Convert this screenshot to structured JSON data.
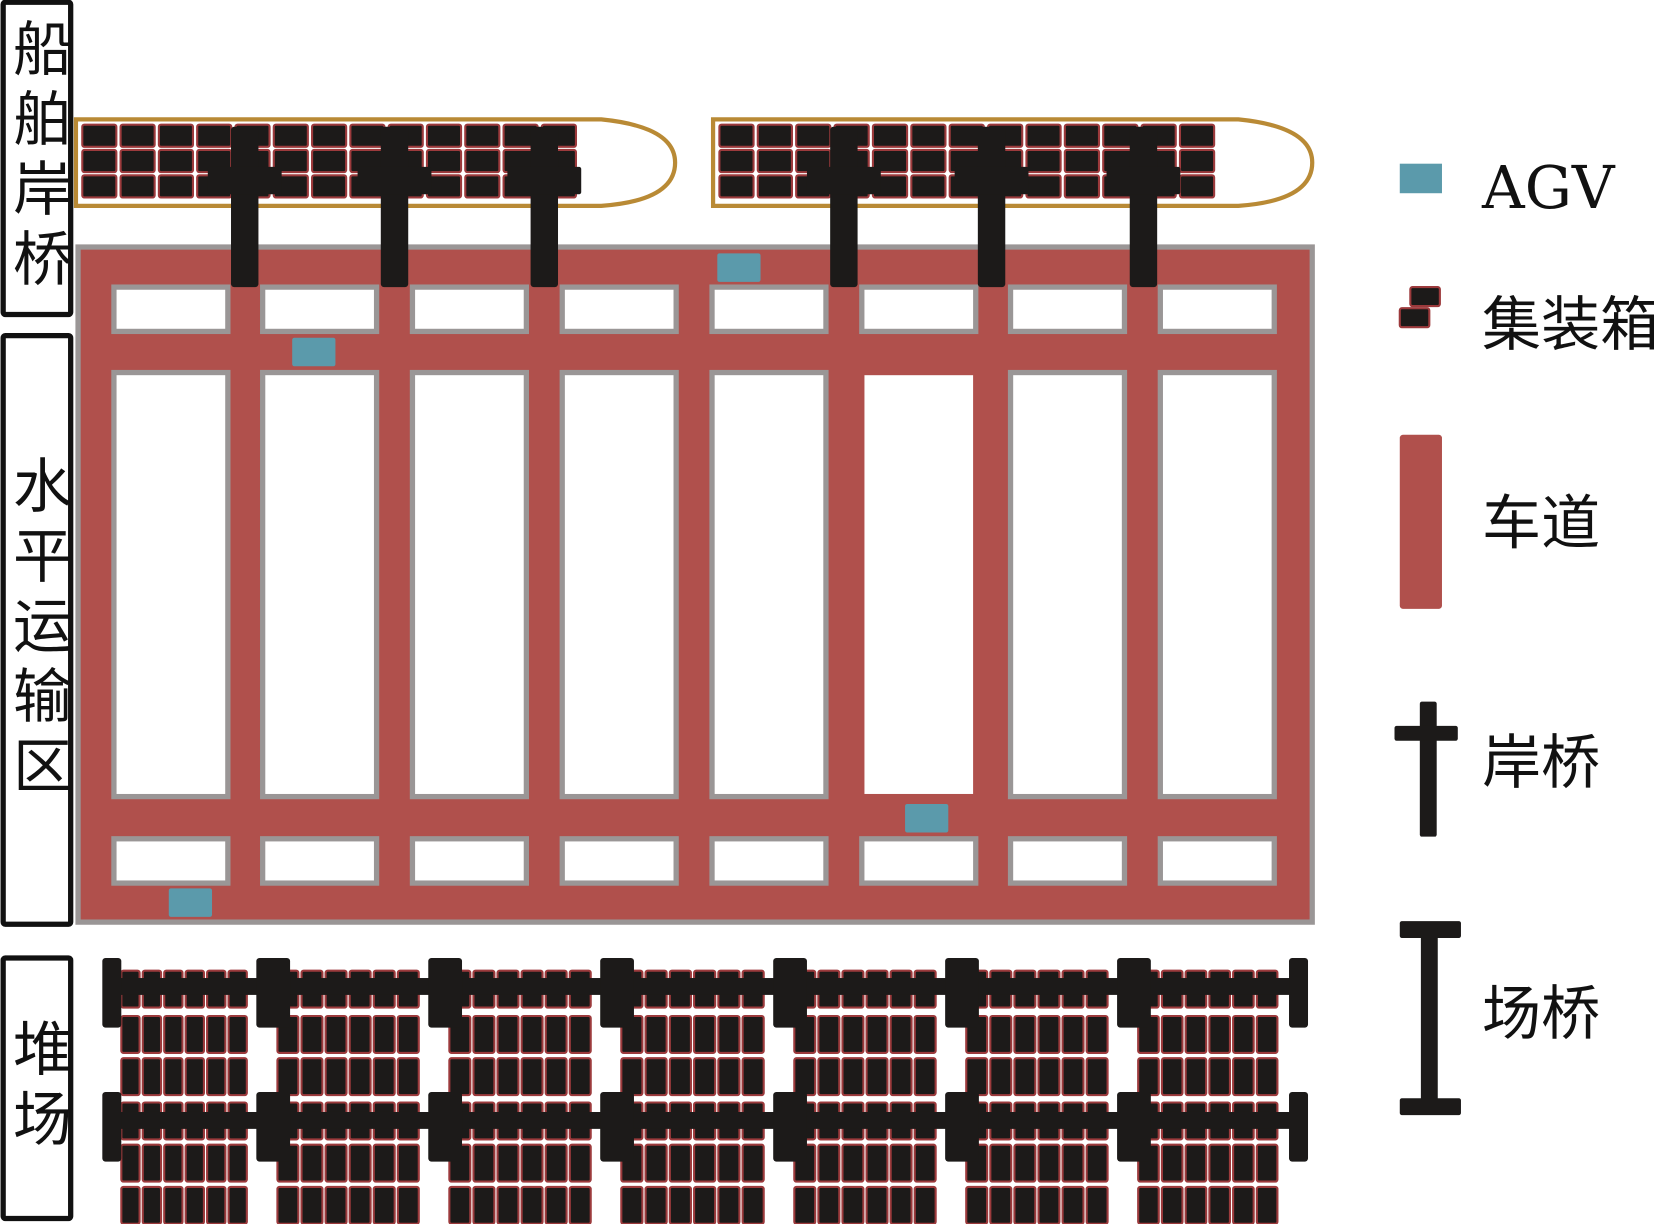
{
  "zones": {
    "quay": "船舶岸桥",
    "transport": "水平运输区",
    "yard": "堆场"
  },
  "legend": [
    {
      "key": "agv",
      "label": "AGV"
    },
    {
      "key": "container",
      "label": "集装箱"
    },
    {
      "key": "lane",
      "label": "车道"
    },
    {
      "key": "quay_crane",
      "label": "岸桥"
    },
    {
      "key": "yard_crane",
      "label": "场桥"
    }
  ],
  "colors": {
    "lane": "#b0504c",
    "lane_border": "#9a9696",
    "agv": "#5b9aab",
    "container": "#1c1a19",
    "container_edge": "#9c3a3c",
    "ship_hull": "#b98a35",
    "crane": "#1c1a19"
  }
}
